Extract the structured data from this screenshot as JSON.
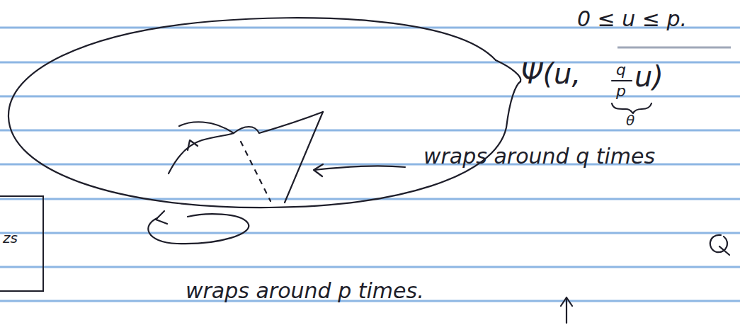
{
  "diagram": {
    "nodes": [
      {
        "text": [
          "zs"
        ]
      }
    ],
    "labels": [
      "0 ≤ u ≤ p.",
      "Ψ(u,",
      "q",
      "p",
      "u)",
      "θ",
      "wraps around q times",
      "wraps around p times."
    ]
  }
}
